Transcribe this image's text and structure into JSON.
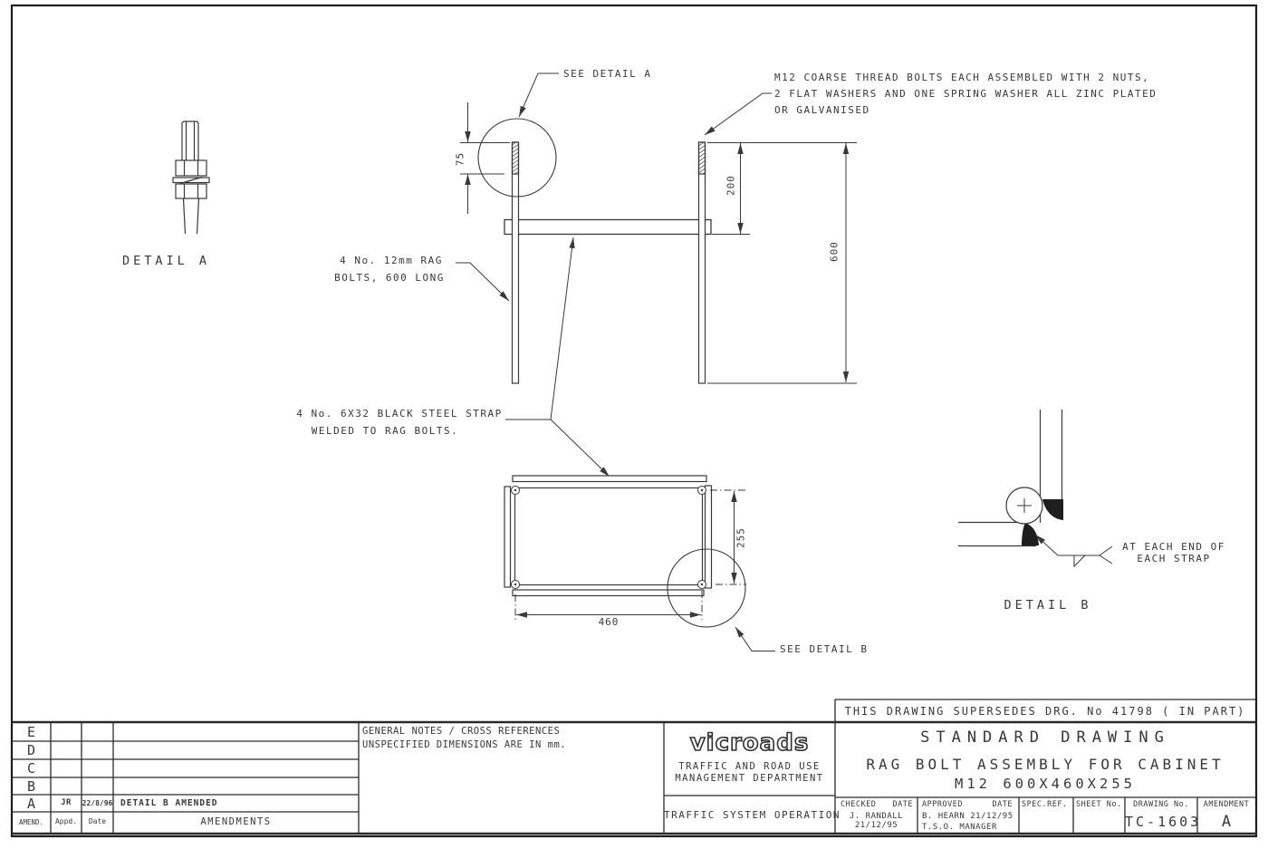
{
  "colors": {
    "line": "#383838",
    "background": "#ffffff"
  },
  "sheet": {
    "see_detail_a": "SEE DETAIL A",
    "see_detail_b": "SEE DETAIL B",
    "detail_a_label": "DETAIL A",
    "detail_b_label": "DETAIL B",
    "m12_note_line1": "M12 COARSE THREAD BOLTS EACH ASSEMBLED WITH 2 NUTS,",
    "m12_note_line2": "2 FLAT WASHERS AND ONE SPRING WASHER ALL ZINC PLATED",
    "m12_note_line3": "OR GALVANISED",
    "rag_note_line1": "4 No. 12mm RAG",
    "rag_note_line2": "BOLTS, 600 LONG",
    "strap_note_line1": "4 No. 6X32 BLACK STEEL STRAP",
    "strap_note_line2": "WELDED TO RAG BOLTS.",
    "weld_note_line1": "AT EACH END OF",
    "weld_note_line2": "EACH STRAP",
    "dims": {
      "thread": "75",
      "top_to_strap": "200",
      "bolt_length": "600",
      "width": "460",
      "depth": "255"
    }
  },
  "title_block": {
    "supersedes": "THIS DRAWING SUPERSEDES DRG. No 41798 ( IN PART)",
    "standard_drawing": "STANDARD DRAWING",
    "title_line1": "RAG BOLT ASSEMBLY FOR CABINET",
    "title_line2": "M12 600X460X255",
    "general_notes_line1": "GENERAL NOTES / CROSS REFERENCES",
    "general_notes_line2": "UNSPECIFIED DIMENSIONS ARE IN mm.",
    "logo": "vicroads",
    "department_line1": "TRAFFIC AND ROAD USE",
    "department_line2": "MANAGEMENT DEPARTMENT",
    "operation": "TRAFFIC SYSTEM OPERATION",
    "checked_label": "CHECKED",
    "checked_date_label": "DATE",
    "checked_name": "J. RANDALL",
    "checked_date": "21/12/95",
    "approved_label": "APPROVED",
    "approved_date_label": "DATE",
    "approved_name": "B. HEARN 21/12/95",
    "approved_title": "T.S.O. MANAGER",
    "spec_ref_label": "SPEC.REF.",
    "sheet_no_label": "SHEET No.",
    "drawing_no_label": "DRAWING No.",
    "drawing_no": "TC-1603",
    "amendment_label": "AMENDMENT",
    "amendment": "A",
    "amendments": {
      "rows": [
        {
          "letter": "E",
          "appd": "",
          "date": "",
          "desc": ""
        },
        {
          "letter": "D",
          "appd": "",
          "date": "",
          "desc": ""
        },
        {
          "letter": "C",
          "appd": "",
          "date": "",
          "desc": ""
        },
        {
          "letter": "B",
          "appd": "",
          "date": "",
          "desc": ""
        },
        {
          "letter": "A",
          "appd": "JR",
          "date": "22/8/96",
          "desc": "DETAIL B AMENDED"
        }
      ],
      "footer": {
        "amend": "AMEND.",
        "appd": "Appd.",
        "date": "Date",
        "title": "AMENDMENTS"
      }
    }
  }
}
